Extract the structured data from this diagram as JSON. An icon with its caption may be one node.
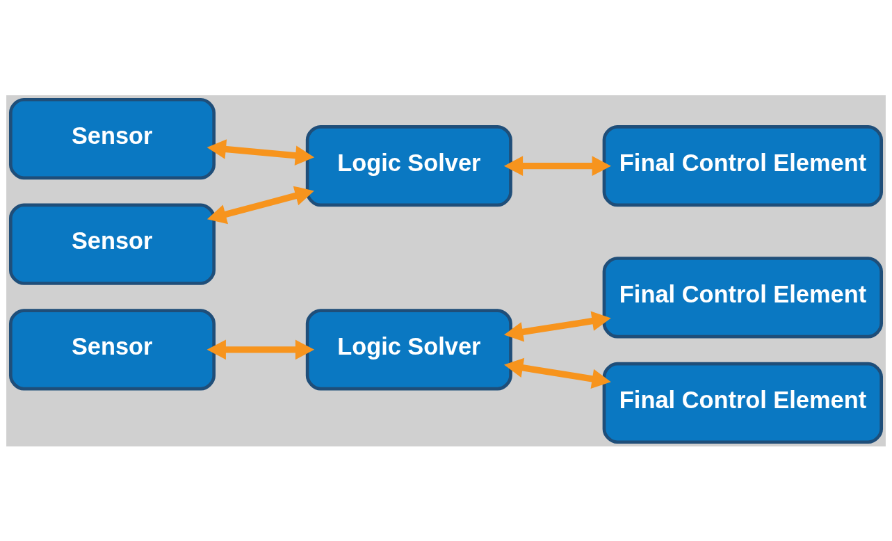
{
  "diagram": {
    "nodes": [
      {
        "text": [
          "Sensor"
        ]
      },
      {
        "text": [
          "Logic Solver"
        ]
      },
      {
        "text": [
          "Final Control Element"
        ]
      },
      {
        "text": [
          "Final Control Element"
        ]
      },
      {
        "text": [
          "Sensor"
        ]
      },
      {
        "text": [
          "Sensor"
        ]
      },
      {
        "text": [
          "Logic Solver"
        ]
      },
      {
        "text": [
          "Final Control Element"
        ]
      }
    ],
    "edges": [
      {
        "from": 0,
        "to": 1,
        "arrow": "both"
      },
      {
        "from": 1,
        "to": 2,
        "arrow": "both"
      },
      {
        "from": 1,
        "to": 3,
        "arrow": "both"
      },
      {
        "from": 4,
        "to": 6,
        "arrow": "both"
      },
      {
        "from": 5,
        "to": 6,
        "arrow": "both"
      },
      {
        "from": 6,
        "to": 7,
        "arrow": "both"
      }
    ]
  }
}
